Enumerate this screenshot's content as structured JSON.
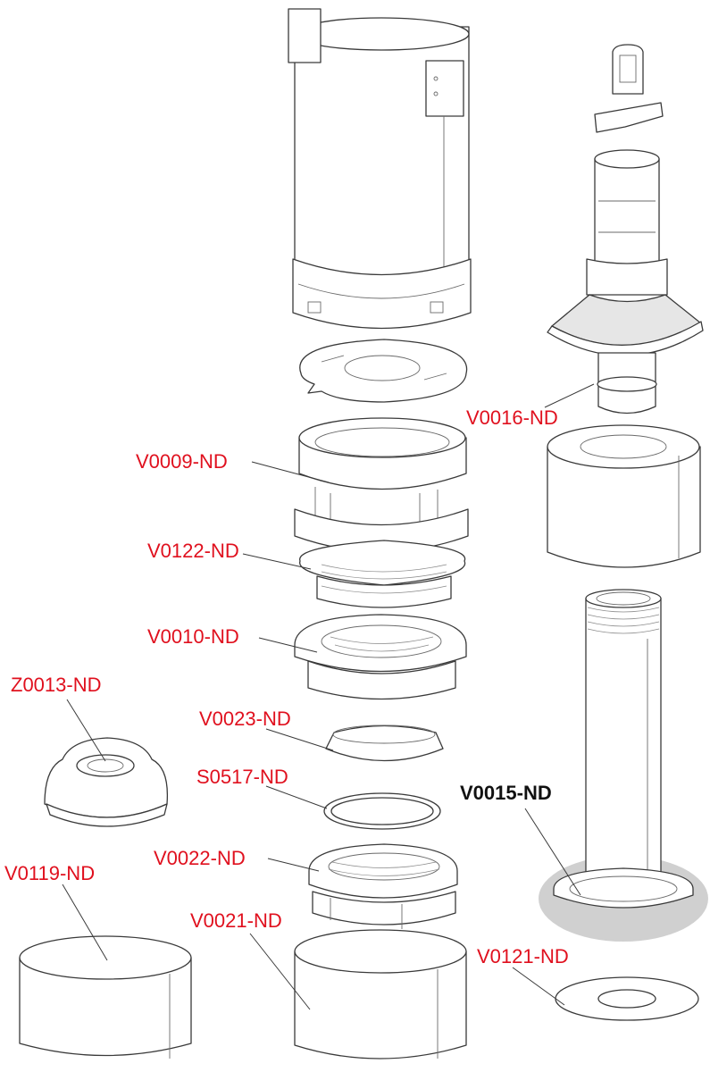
{
  "diagram": {
    "title": "Exploded parts view",
    "labels": {
      "v0016": "V0016-ND",
      "v0009": "V0009-ND",
      "v0122": "V0122-ND",
      "v0010": "V0010-ND",
      "z0013": "Z0013-ND",
      "v0023": "V0023-ND",
      "s0517": "S0517-ND",
      "v0015": "V0015-ND",
      "v0022": "V0022-ND",
      "v0119": "V0119-ND",
      "v0021": "V0021-ND",
      "v0121": "V0121-ND"
    },
    "colors": {
      "label": "#e0101e",
      "highlighted_label": "#111111",
      "highlight": "#c8c8c8"
    },
    "highlighted_part": "V0015-ND"
  }
}
